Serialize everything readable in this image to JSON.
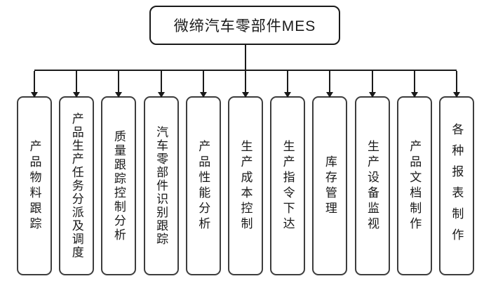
{
  "diagram": {
    "title": "微缔汽车零部件MES",
    "root": {
      "label": "微缔汽车零部件MES"
    },
    "children": [
      {
        "label": "产品物料跟踪"
      },
      {
        "label": "产品生产任务分派及调度"
      },
      {
        "label": "质量跟踪控制分析"
      },
      {
        "label": "汽车零部件识别跟踪"
      },
      {
        "label": "产品性能分析"
      },
      {
        "label": "生产成本控制"
      },
      {
        "label": "生产指令下达"
      },
      {
        "label": "库存管理"
      },
      {
        "label": "生产设备监视"
      },
      {
        "label": "产品文档制作"
      },
      {
        "label": "各种报表制作"
      }
    ],
    "colors": {
      "line": "#1a1a1a",
      "box_border": "#3d3d3d",
      "text": "#1a1a1a",
      "background": "#ffffff"
    }
  }
}
